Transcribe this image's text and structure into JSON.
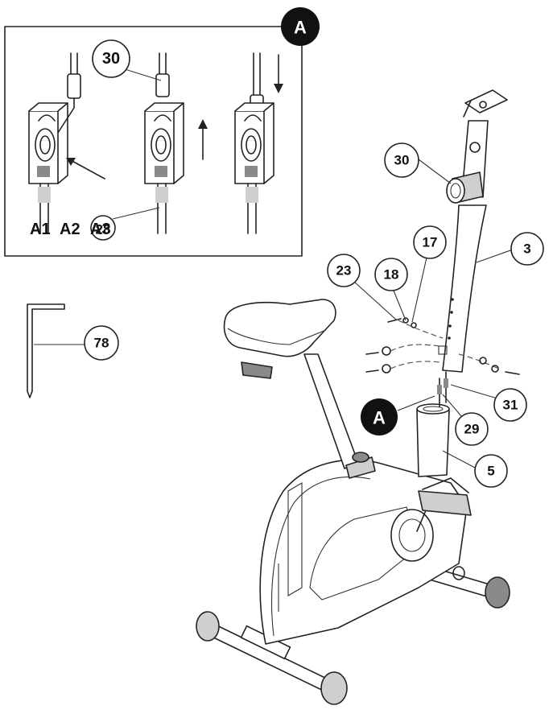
{
  "diagram": {
    "detail_badge": "A",
    "main_badge": "A",
    "inset_labels": {
      "a1": "A1",
      "a2": "A2",
      "a3": "A3",
      "ref_30": "30",
      "ref_28": "28"
    },
    "callouts": {
      "c30": "30",
      "c3": "3",
      "c17": "17",
      "c23": "23",
      "c18": "18",
      "c78": "78",
      "c31": "31",
      "c29": "29",
      "c5": "5"
    }
  }
}
